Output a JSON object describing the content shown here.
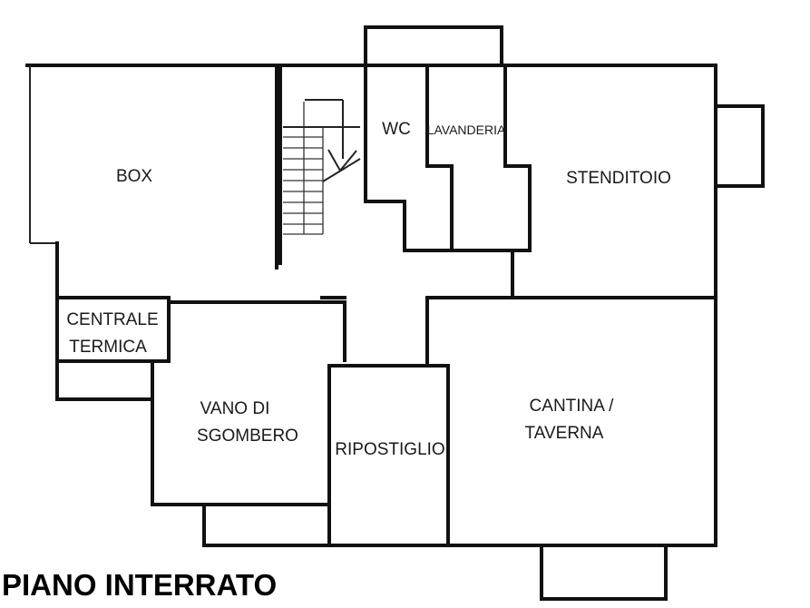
{
  "plan_title": "PIANO INTERRATO",
  "rooms": {
    "box": "BOX",
    "wc": "WC",
    "lavanderia": "LAVANDERIA",
    "stenditoio": "STENDITOIO",
    "centrale_termica": [
      "CENTRALE",
      "TERMICA"
    ],
    "vano_di_sgombero": [
      "VANO DI",
      "SGOMBERO"
    ],
    "ripostiglio": "RIPOSTIGLIO",
    "cantina_taverna": [
      "CANTINA /",
      "TAVERNA"
    ]
  }
}
